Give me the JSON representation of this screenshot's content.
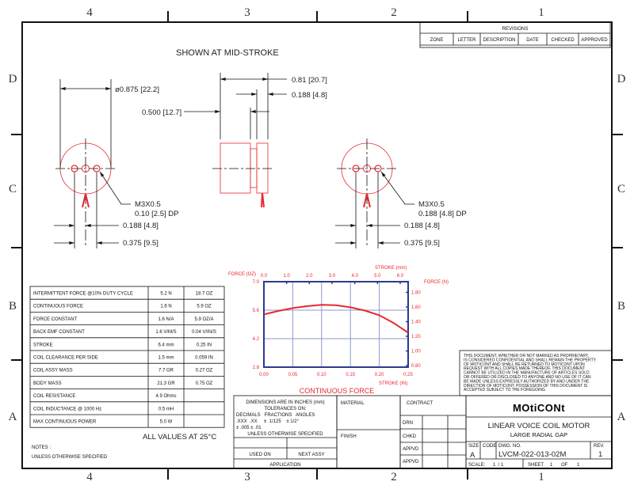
{
  "zones": {
    "top": [
      "4",
      "3",
      "2",
      "1"
    ],
    "side": [
      "D",
      "C",
      "B",
      "A"
    ]
  },
  "revisions": {
    "title": "REVISIONS",
    "columns": [
      "ZONE",
      "LETTER",
      "DESCRIPTION",
      "DATE",
      "CHECKED",
      "APPROVED"
    ]
  },
  "views": {
    "caption": "SHOWN AT MID-STROKE",
    "left": {
      "diameter": "ø0.875 [22.2]",
      "thread": "M3X0.5",
      "depth": "0.10 [2.5] DP",
      "dim1": "0.188 [4.8]",
      "dim2": "0.375 [9.5]"
    },
    "side": {
      "length": "0.81 [20.7]",
      "stroke": "0.188 [4.8]",
      "body": "0.500 [12.7]"
    },
    "right": {
      "thread": "M3X0.5",
      "depth": "0.188 [4.8] DP",
      "dim1": "0.188 [4.8]",
      "dim2": "0.375 [9.5]"
    }
  },
  "specs": {
    "rows": [
      [
        "INTERMITTENT FORCE @10% DUTY CYCLE",
        "5.2 N",
        "18.7 OZ"
      ],
      [
        "CONTINUOUS FORCE",
        "1.6 N",
        "5.9 OZ"
      ],
      [
        "FORCE CONSTANT",
        "1.6 N/A",
        "5.9 OZ/A"
      ],
      [
        "BACK EMF CONSTANT",
        "1.6 V/M/S",
        "0.04 V/IN/S"
      ],
      [
        "STROKE",
        "6.4 mm",
        "0.25 IN"
      ],
      [
        "COIL CLEARANCE PER SIDE",
        "1.5 mm",
        "0.059 IN"
      ],
      [
        "COIL ASSY MASS",
        "7.7 GR",
        "0.27 OZ"
      ],
      [
        "BODY MASS",
        "21.3 GR",
        "0.75 OZ"
      ],
      [
        "COIL RESISTANCE",
        "4.9 Ohms",
        ""
      ],
      [
        "COIL INDUCTANCE @ 1000 Hz",
        "0.5 mH",
        ""
      ],
      [
        "MAX CONTINUOUS POWER",
        "5.0 W",
        ""
      ]
    ],
    "footnote": "ALL VALUES AT 25°C"
  },
  "notes": {
    "title": "NOTES :",
    "line1": "UNLESS OTHERWISE SPECIFIED"
  },
  "chart_data": {
    "type": "line",
    "title": "CONTINUOUS FORCE",
    "xlabel": "STROKE (IN)",
    "x2label": "STROKE (mm)",
    "ylabel": "FORCE (OZ)",
    "y2label": "FORCE (N)",
    "xlim": [
      0,
      0.25
    ],
    "ylim": [
      2.8,
      7.0
    ],
    "xticks": [
      "0.00",
      "0.05",
      "0.10",
      "0.15",
      "0.20",
      "0.25"
    ],
    "yticks": [
      "2.8",
      "4.2",
      "5.6",
      "7.0"
    ],
    "x2ticks": [
      "0.0",
      "1.0",
      "2.0",
      "3.0",
      "4.0",
      "5.0",
      "6.0"
    ],
    "y2ticks": [
      "0.80",
      "1.00",
      "1.20",
      "1.40",
      "1.60",
      "1.80"
    ],
    "grid": true,
    "series": [
      {
        "name": "Continuous force",
        "x": [
          0,
          0.025,
          0.05,
          0.075,
          0.1,
          0.125,
          0.15,
          0.175,
          0.2,
          0.225,
          0.25
        ],
        "y": [
          5.39,
          5.56,
          5.7,
          5.8,
          5.86,
          5.84,
          5.74,
          5.58,
          5.35,
          4.97,
          4.49
        ]
      }
    ],
    "colors": {
      "curve": "#e8282d",
      "grid": "#8a98cf",
      "frame": "#2b3a8f"
    }
  },
  "tolerances": {
    "l1": "DIMENSIONS ARE IN INCHES (mm)",
    "l2": "TOLERANCES ON:",
    "l3": "DECIMALS   FRACTIONS   ANGLES",
    "l4": ".XXX  .XX     ±  1/125    ± 1/2°",
    "l5": "± .005 ± .01",
    "l6": "UNLESS OTHERWISE SPECIFIED",
    "used_on": "USED ON",
    "next_assy": "NEXT ASSY",
    "application": "APPLICATION"
  },
  "material": "MATERIAL",
  "finish": "FINISH",
  "contract": {
    "title": "CONTRACT",
    "rows": [
      "DRN",
      "CHKD",
      "APPVD",
      "APPVD"
    ]
  },
  "proprietary": [
    "THIS DOCUMENT, WHETHER OR NOT MARKED AS PROPRIETARY,",
    "IS CONSIDERED CONFIDENTIAL AND SHALL REMAIN THE PROPERTY",
    "OF MOTICONT AND SHALL BE RETURNED TO MOTICONT UPON",
    "REQUEST WITH ALL COPIES MADE THEREOF. THIS DOCUMENT",
    "CANNOT BE UTILIZED IN THE MANUFACTURE OF ARTICLES SOLD",
    "OR OFFERED OR DISCLOSED TO ANYONE AND NO USE OF IT CAN",
    "BE MADE UNLESS EXPRESSLY AUTHORIZED BY AND UNDER THE",
    "DIRECTION OF MOTICONT. POSSESSION OF THIS DOCUMENT IS",
    "ACCEPTED SUBJECT TO THE FOREGOING."
  ],
  "title_block": {
    "company": "MOtiCONt",
    "title": "LINEAR VOICE COIL MOTOR",
    "subtitle": "LARGE RADIAL GAP",
    "size_label": "SIZE",
    "size": "A",
    "code_label": "CODE",
    "dwg_label": "DWG. NO.",
    "dwg_no": "LVCM-022-013-02M",
    "rev_label": "REV.",
    "rev": "1",
    "scale_label": "SCALE:",
    "scale": "1  / 1",
    "sheet_label": "SHEET",
    "sheet": "1",
    "of_label": "OF",
    "sheets": "1"
  }
}
